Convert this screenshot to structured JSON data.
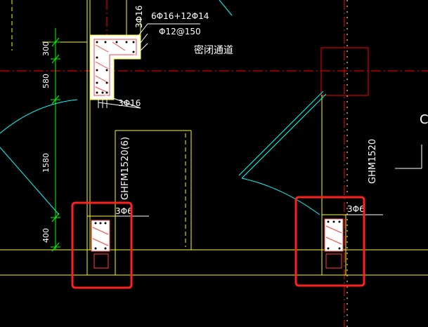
{
  "labels": {
    "rebar_top_main": "6Φ16+12Φ14",
    "rebar_top_stirrup": "Φ12@150",
    "rebar_top_side": "3Φ16",
    "rebar_mid": "3Φ16",
    "corridor": "密闭通道",
    "door_left": "GHFM1520(6)",
    "door_right": "GHM1520",
    "rebar_bottom_left": "3Φ6",
    "rebar_bottom_right": "3Φ6",
    "edge_letter": "C"
  },
  "dimensions": {
    "d300": "300",
    "d580": "580",
    "d1580": "1580",
    "d400": "400"
  },
  "colors": {
    "background": "#000000",
    "wall": "#ffff00",
    "column_fill": "#ffffff",
    "rebar": "#ff4040",
    "dimension": "#00ff00",
    "text": "#ffffff",
    "door_arc": "#00ffff",
    "grid_axis": "#ff0000",
    "highlight_box": "#ff2020"
  }
}
